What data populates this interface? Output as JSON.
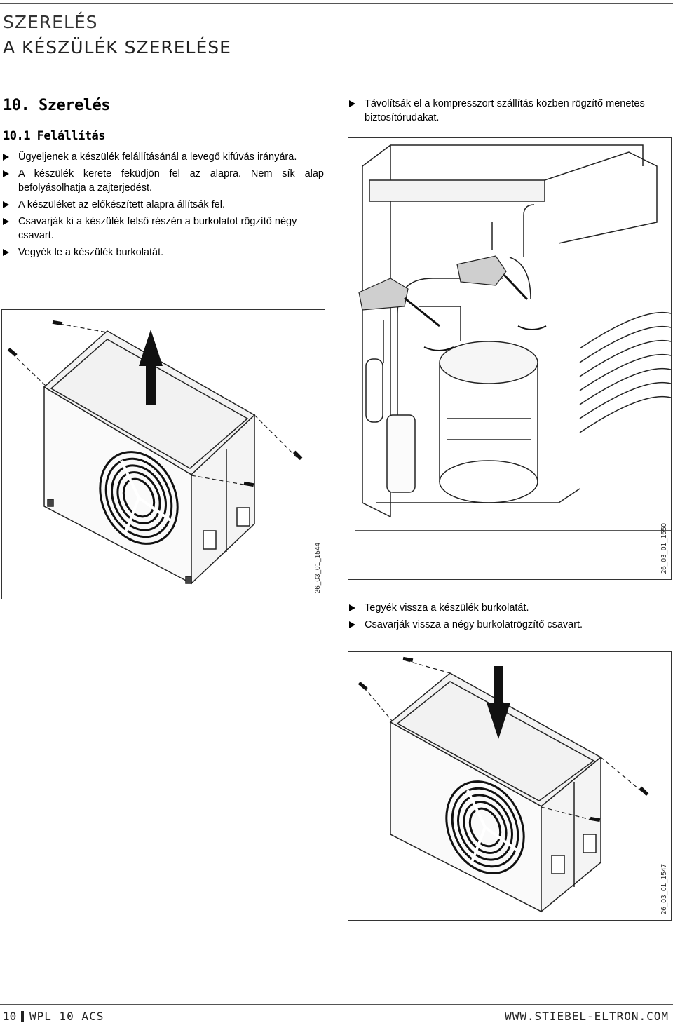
{
  "header": {
    "section_label": "SZERELÉS",
    "page_title": "A KÉSZÜLÉK SZERELÉSE"
  },
  "left": {
    "heading1": "10.  Szerelés",
    "heading2": "10.1  Felállítás",
    "bullets": [
      "Ügyeljenek a készülék felállításánál a levegő kifúvás irányára.",
      "A készülék kerete feküdjön fel az alapra. Nem sík alap befolyásolhatja a zajterjedést.",
      "A készüléket az előkészített alapra állítsák fel.",
      "Csavarják ki a készülék felső részén a burkolatot rögzítő négy csavart.",
      "Vegyék le a készülék burkolatát."
    ]
  },
  "right": {
    "top_bullets": [
      "Távolítsák el a kompresszort szállítás közben rögzítő menetes biztosítórudakat."
    ],
    "mid_bullets": [
      "Tegyék vissza a készülék burkolatát.",
      "Csavarják vissza a négy burkolatrögzítő csavart."
    ]
  },
  "figures": {
    "fig1_code": "26_03_01_1544",
    "fig2_code": "26_03_01_1550",
    "fig3_code": "26_03_01_1547"
  },
  "footer": {
    "page_number": "10",
    "model": "WPL 10 ACS",
    "website": "WWW.STIEBEL-ELTRON.COM"
  }
}
